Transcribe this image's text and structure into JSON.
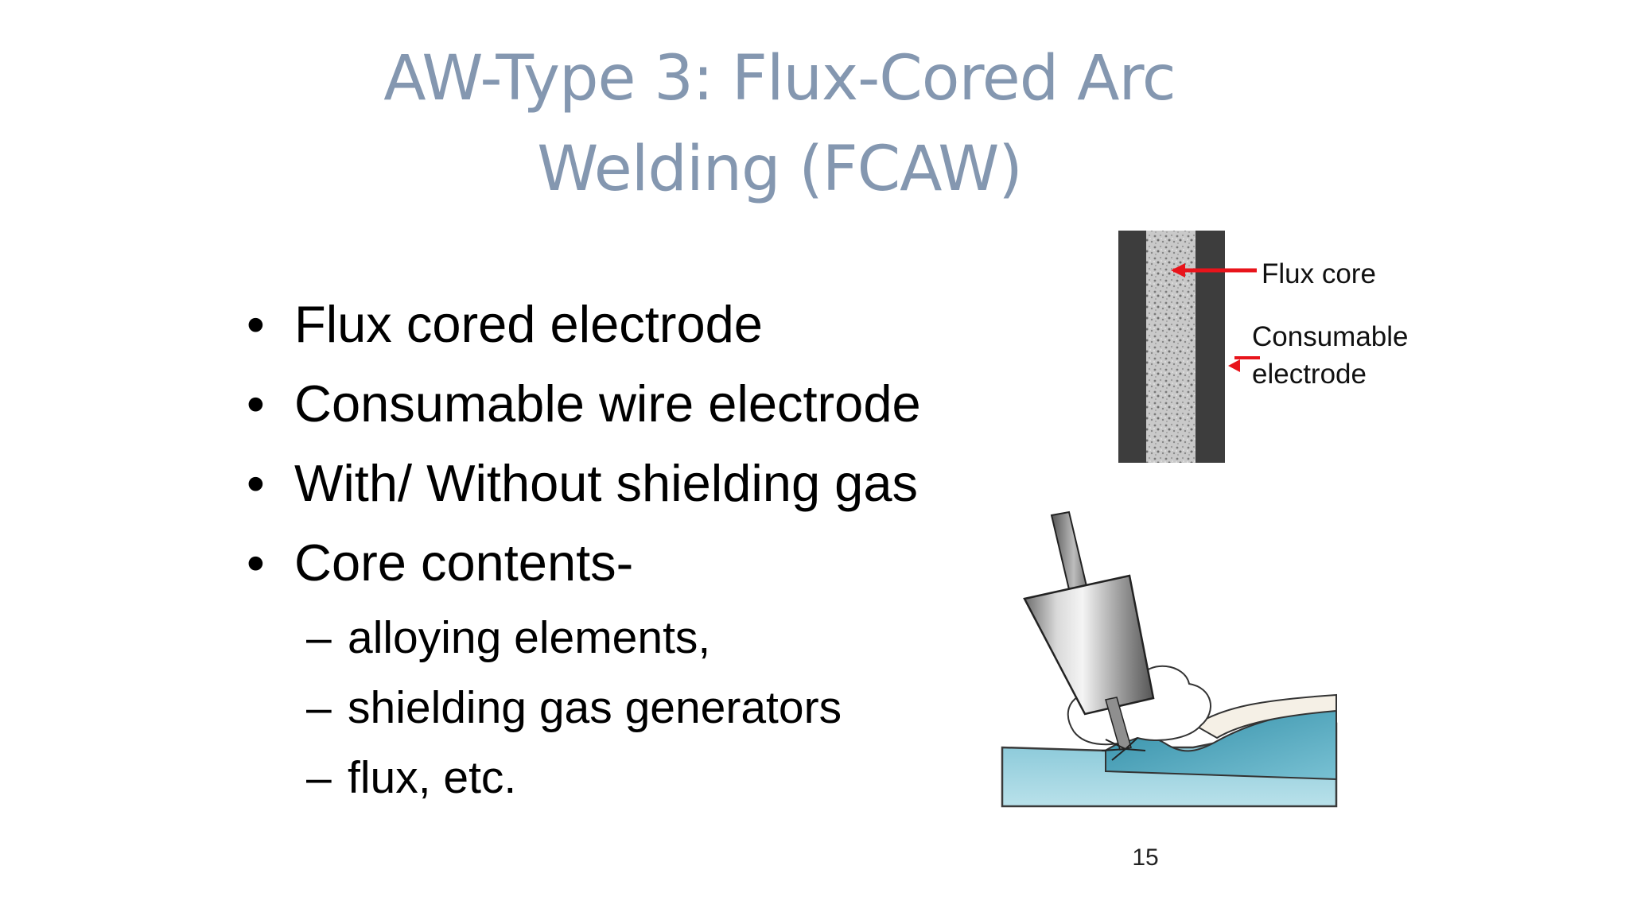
{
  "slide": {
    "title_line1": "AW-Type 3: Flux-Cored Arc",
    "title_line2": "Welding (FCAW)",
    "bullets": [
      "Flux cored electrode",
      "Consumable wire electrode",
      "With/ Without shielding gas",
      "Core contents-"
    ],
    "bullet_symbol": "•",
    "sub_bullets": [
      "alloying elements,",
      "shielding gas generators",
      "flux, etc."
    ],
    "sub_symbol": "–",
    "figure": {
      "label_flux_core": "Flux core",
      "label_consumable": "Consumable",
      "label_electrode": "electrode"
    },
    "page_number": "15"
  },
  "colors": {
    "title": "#8497b0",
    "text": "#000000",
    "arrow": "#e8141b",
    "wire_shell": "#3d3d3d",
    "workpiece": "#a9d7e3"
  }
}
